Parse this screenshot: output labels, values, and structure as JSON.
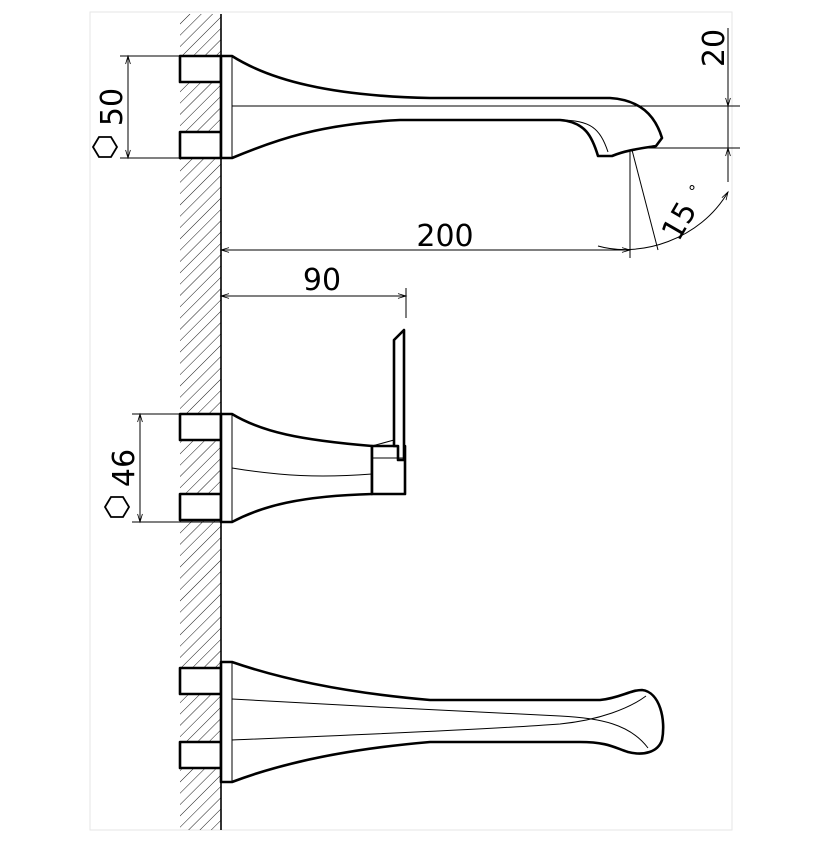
{
  "diagram": {
    "dimensions": {
      "top_hex": "50",
      "spout_drop": "20",
      "spout_length": "200",
      "spout_angle": "15",
      "angle_unit": "°",
      "handle_depth": "90",
      "handle_hex": "46"
    },
    "icons": {
      "hex_size": "hexagon-icon"
    }
  }
}
